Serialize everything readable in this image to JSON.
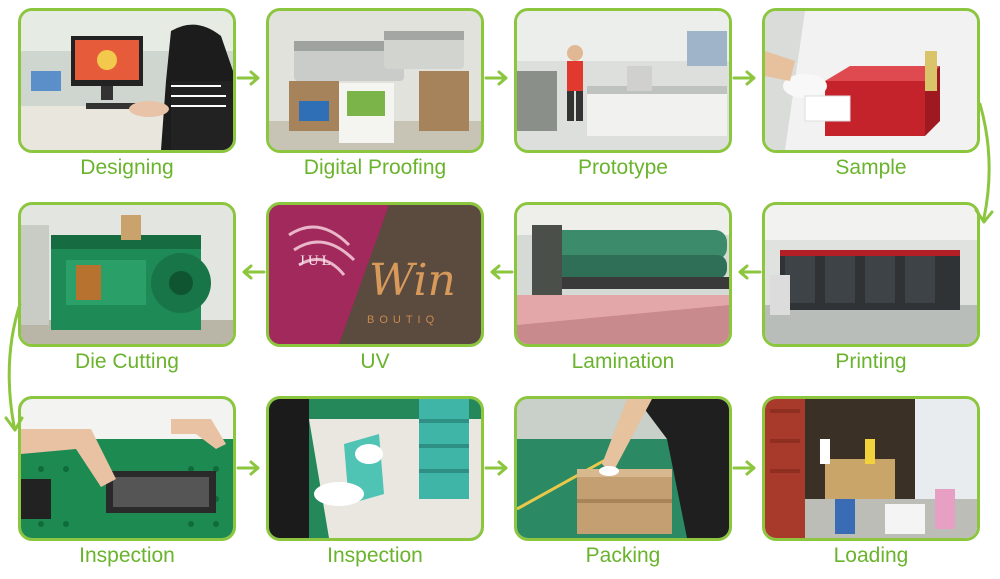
{
  "accent_color": "#8cc63f",
  "label_color": "#6ab42d",
  "steps": [
    {
      "label": "Designing",
      "scene": "designer-at-computer"
    },
    {
      "label": "Digital Proofing",
      "scene": "large-format-printers"
    },
    {
      "label": "Prototype",
      "scene": "cutting-table"
    },
    {
      "label": "Sample",
      "scene": "red-box-sample"
    },
    {
      "label": "Printing",
      "scene": "offset-printing-press"
    },
    {
      "label": "Lamination",
      "scene": "laminating-machine"
    },
    {
      "label": "UV",
      "scene": "uv-spot-print-detail"
    },
    {
      "label": "Die Cutting",
      "scene": "die-cutting-machine"
    },
    {
      "label": "Inspection",
      "scene": "inspecting-tray"
    },
    {
      "label": "Inspection",
      "scene": "inspecting-boxes"
    },
    {
      "label": "Packing",
      "scene": "packing-cartons"
    },
    {
      "label": "Loading",
      "scene": "loading-container"
    }
  ],
  "uv_detail": {
    "line1": "JUL",
    "script": "Win",
    "line2": "BOUTIQ"
  }
}
